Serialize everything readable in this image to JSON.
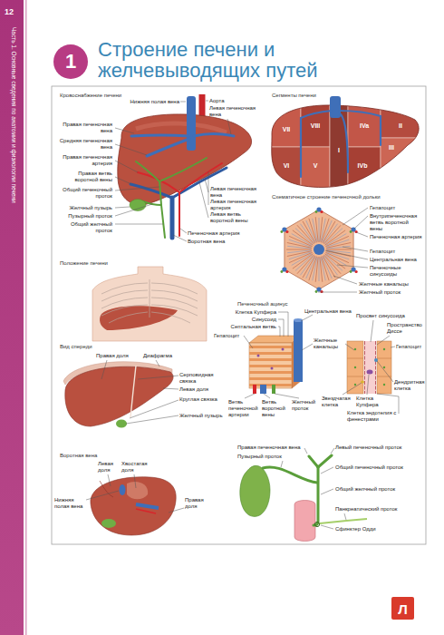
{
  "diagram": {
    "title": "Строение печени и желчевыводящих путей",
    "nodes": [
      {
        "text": [
          "1"
        ]
      },
      {
        "text": [
          "Л"
        ]
      }
    ],
    "labels": [
      "12",
      "Часть 1. Основные сведения по анатомии и физиологии печени",
      "Кровоснабжение печени",
      "Нижняя полая вена",
      "Аорта",
      "Правая печеночная вена",
      "Левая печеночная вена",
      "Средняя печеночная вена",
      "Правая печеночная артерия",
      "Правая ветвь воротной вены",
      "Общий печеночный проток",
      "Левая печеночная вена",
      "Левая печеночная артерия",
      "Левая ветвь воротной вены",
      "Желчный пузырь",
      "Пузырный проток",
      "Общий желчный проток",
      "Печеночная артерия",
      "Воротная вена",
      "Сегменты печени",
      "VII",
      "VIII",
      "IVa",
      "II",
      "VI",
      "V",
      "I",
      "IVb",
      "III",
      "Схематичное строение печеночной дольки",
      "Гепатоцит",
      "Внутрипеченочная ветвь воротной вены",
      "Печеночная артерия",
      "Гепатоцит",
      "Центральная вена",
      "Печеночные синусоиды",
      "Желчные канальцы",
      "Желчный проток",
      "Положение печени",
      "Печеночный ацинус",
      "Клетка Купфера",
      "Синусоид",
      "Септальная ветвь",
      "Гепатоцит",
      "Центральная вена",
      "Просвет синусоида",
      "Желчные канальцы",
      "Пространство Диссе",
      "Гепатоцит",
      "Ветвь печеночной артерии",
      "Ветвь воротной вены",
      "Желчный проток",
      "Звездчатая клетка",
      "Клетка Купфера",
      "Клетка эндотелия с фенестрами",
      "Дендритная клетка",
      "Вид спереди",
      "Правая доля",
      "Диафрагма",
      "Серповидная связка",
      "Левая доля",
      "Круглая связка",
      "Желчный пузырь",
      "Воротная вена",
      "Левая доля",
      "Хвостатая доля",
      "Нижняя полая вена",
      "Правая доля",
      "Правая печеночная вена",
      "Левый печеночный проток",
      "Пузырный проток",
      "Общий печеночный проток",
      "Общий желчный проток",
      "Панкреатический проток",
      "Сфинктер Одди"
    ]
  }
}
